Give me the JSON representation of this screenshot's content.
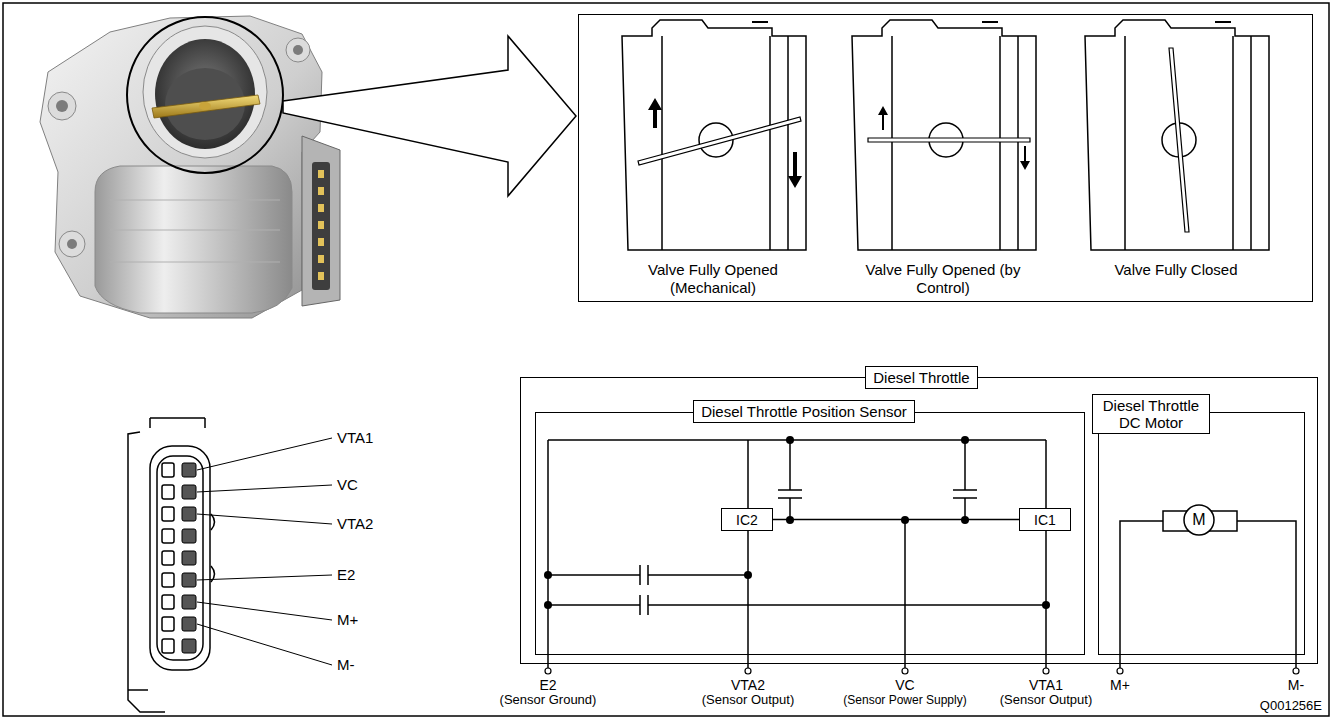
{
  "diagram": {
    "nodes": [
      {
        "text": [
          "Valve Fully Opened (Mechanical)",
          "Valve Fully Opened (by Control)",
          "Valve Fully Closed"
        ]
      },
      {
        "text": [
          "Diesel Throttle"
        ]
      },
      {
        "text": [
          "Diesel Throttle Position Sensor"
        ],
        "in": 1
      },
      {
        "text": [
          "IC2"
        ],
        "in": 2
      },
      {
        "text": [
          "IC1"
        ],
        "in": 2
      },
      {
        "text": [
          "Diesel Throttle DC Motor"
        ],
        "in": 1
      },
      {
        "text": [
          "M"
        ],
        "in": 5
      }
    ],
    "edges": [
      {
        "from": 3,
        "to": 4,
        "arrow": "none"
      }
    ],
    "labels": [
      "VTA1",
      "VC",
      "VTA2",
      "E2",
      "M+",
      "M-",
      "E2",
      "(Sensor Ground)",
      "VTA2",
      "(Sensor Output)",
      "VC",
      "(Sensor Power Supply)",
      "VTA1",
      "(Sensor Output)",
      "M+",
      "M-",
      "Q001256E"
    ]
  }
}
